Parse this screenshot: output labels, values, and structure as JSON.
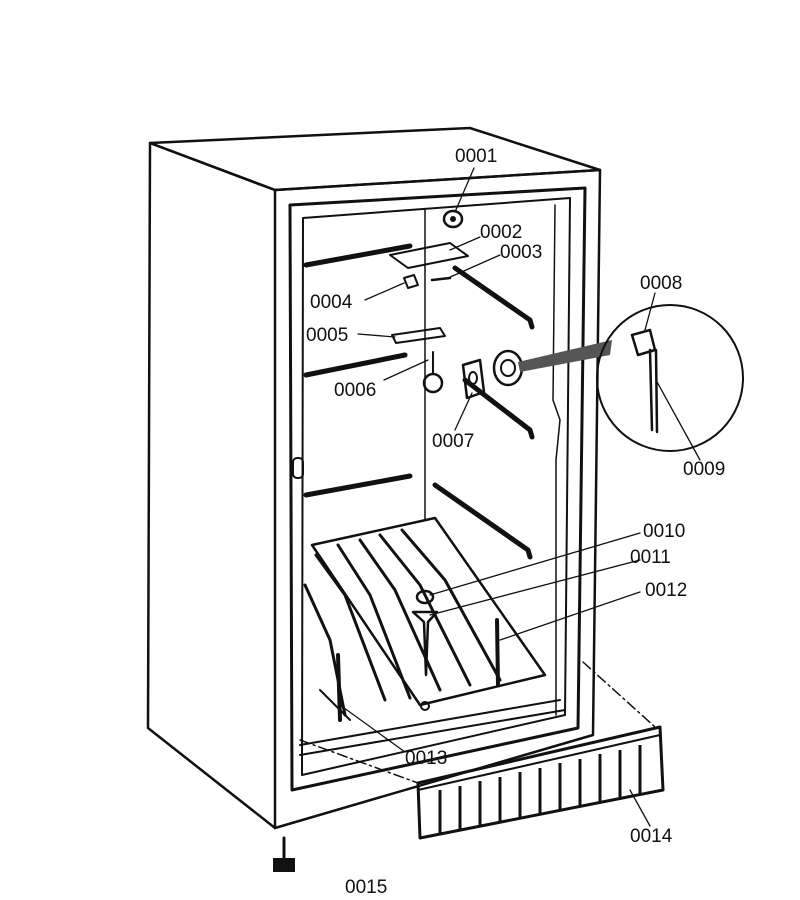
{
  "colors": {
    "ink": "#111111",
    "paper": "#ffffff",
    "shadow": "#555555"
  },
  "callouts": [
    {
      "id": "0001",
      "label": "0001"
    },
    {
      "id": "0002",
      "label": "0002"
    },
    {
      "id": "0003",
      "label": "0003"
    },
    {
      "id": "0004",
      "label": "0004"
    },
    {
      "id": "0005",
      "label": "0005"
    },
    {
      "id": "0006",
      "label": "0006"
    },
    {
      "id": "0007",
      "label": "0007"
    },
    {
      "id": "0008",
      "label": "0008"
    },
    {
      "id": "0009",
      "label": "0009"
    },
    {
      "id": "0010",
      "label": "0010"
    },
    {
      "id": "0011",
      "label": "0011"
    },
    {
      "id": "0012",
      "label": "0012"
    },
    {
      "id": "0013",
      "label": "0013"
    },
    {
      "id": "0014",
      "label": "0014"
    },
    {
      "id": "0015",
      "label": "0015"
    }
  ]
}
